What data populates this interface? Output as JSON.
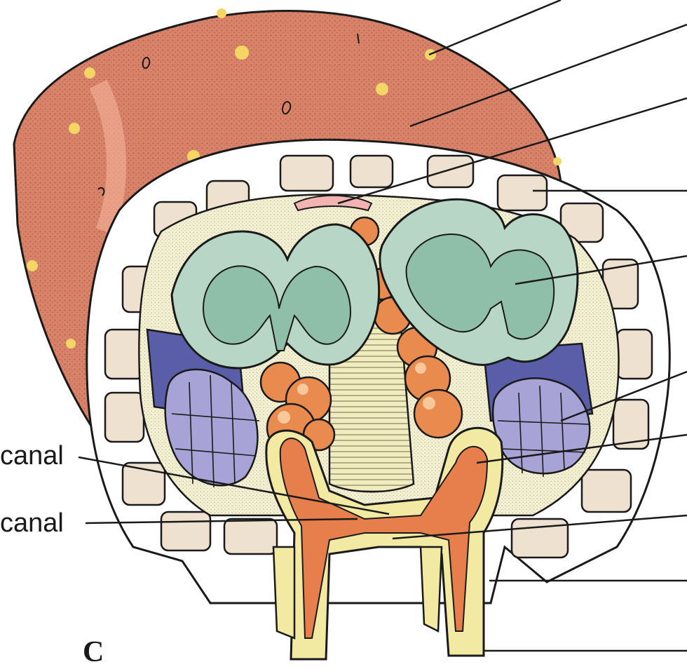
{
  "labels": {
    "left_top": "canal",
    "left_bottom": "canal"
  },
  "panel_letter": "C",
  "colors": {
    "skin": "#d9826a",
    "bone_cell": "#efe1cf",
    "gray_matter": "#b8d6c6",
    "nerve_roots": "#a7a3d6",
    "ganglia": "#e98a4e",
    "fluid_canal": "#f2e9a2",
    "outline": "#1a1a1a"
  }
}
